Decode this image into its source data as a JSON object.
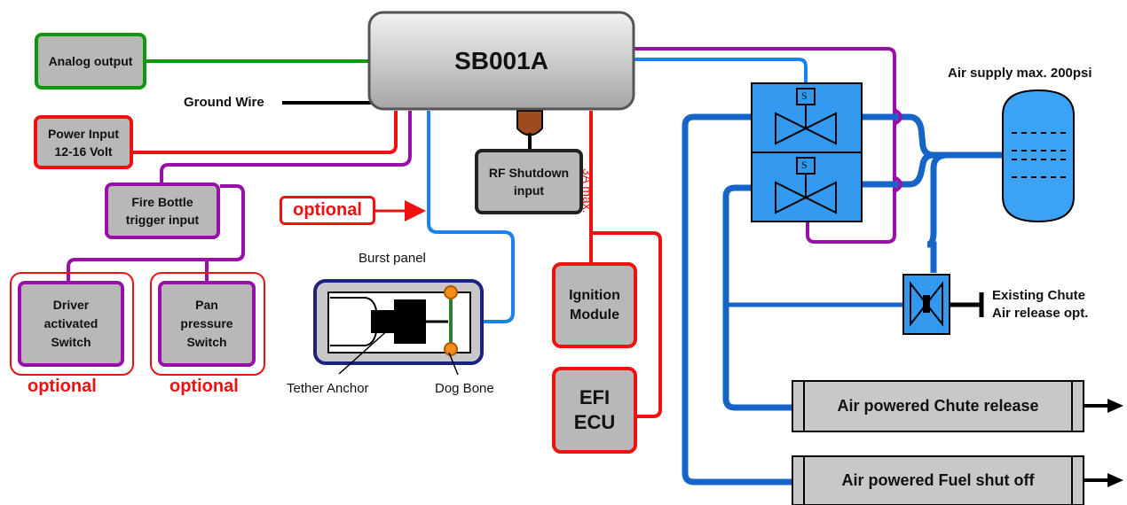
{
  "main_unit": {
    "label": "SB001A"
  },
  "inputs": {
    "analog_output": "Analog output",
    "ground_wire": "Ground Wire",
    "power_input_line1": "Power Input",
    "power_input_line2": "12-16 Volt",
    "fire_bottle_line1": "Fire Bottle",
    "fire_bottle_line2": "trigger input",
    "rf_shutdown_line1": "RF Shutdown",
    "rf_shutdown_line2": "input",
    "driver_switch_line1": "Driver",
    "driver_switch_line2": "activated",
    "driver_switch_line3": "Switch",
    "pan_switch_line1": "Pan",
    "pan_switch_line2": "pressure",
    "pan_switch_line3": "Switch",
    "optional_driver": "optional",
    "optional_pan": "optional",
    "optional_arrow": "optional"
  },
  "burst_panel": {
    "title": "Burst panel",
    "tether_anchor": "Tether Anchor",
    "dog_bone": "Dog Bone"
  },
  "ignition": {
    "max_current": "3A max.",
    "module_line1": "Ignition",
    "module_line2": "Module",
    "efi_line1": "EFI",
    "efi_line2": "ECU"
  },
  "air_system": {
    "air_supply": "Air supply max. 200psi",
    "solenoid_symbol": "S",
    "existing_chute_line1": "Existing Chute",
    "existing_chute_line2": "Air release opt.",
    "chute_release": "Air powered Chute release",
    "fuel_shutoff": "Air powered Fuel shut off"
  },
  "colors": {
    "green_wire": "#0a9a0a",
    "red_wire": "#ee1111",
    "purple_wire": "#9910a8",
    "blue_wire": "#1a82f0",
    "air_line": "#1565c8",
    "valve_fill": "#3399ee",
    "tank_fill": "#3ba3f5"
  }
}
